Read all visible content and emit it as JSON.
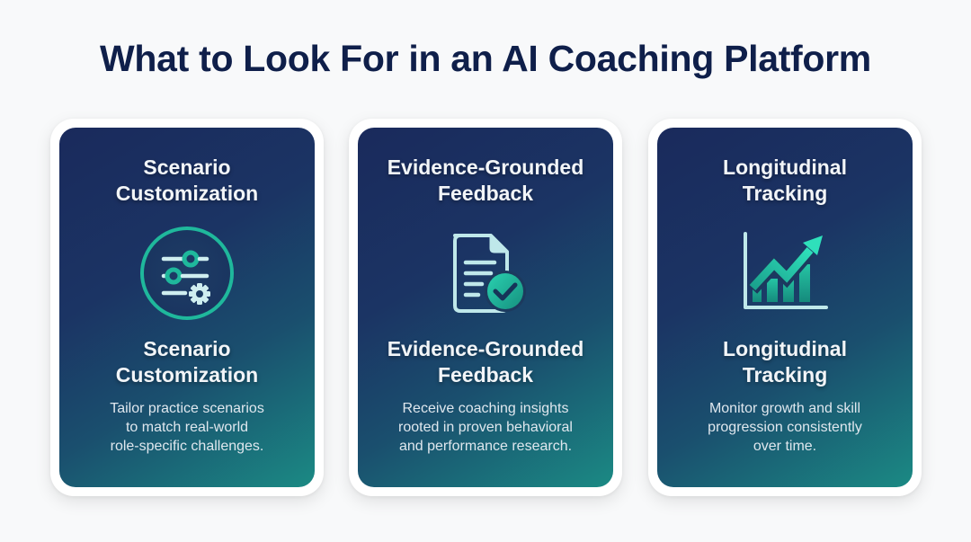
{
  "header": {
    "title": "What to Look For in an AI Coaching Platform"
  },
  "colors": {
    "title": "#0f1f4a",
    "card_gradient_start": "#1a2a5c",
    "card_gradient_end": "#1b8a84",
    "accent_teal": "#1fb89c",
    "icon_light": "#bfe8ea",
    "page_background": "#f8f9fa"
  },
  "cards": [
    {
      "title_lines": [
        "Scenario",
        "Customization"
      ],
      "icon": "sliders-gear-icon",
      "heading_lines": [
        "Scenario",
        "Customization"
      ],
      "description_lines": [
        "Tailor practice scenarios",
        "to match real-world",
        "role-specific challenges."
      ]
    },
    {
      "title_lines": [
        "Evidence-Grounded",
        "Feedback"
      ],
      "icon": "document-check-icon",
      "heading_lines": [
        "Evidence-Grounded",
        "Feedback"
      ],
      "description_lines": [
        "Receive coaching insights",
        "rooted in proven behavioral",
        "and performance research."
      ]
    },
    {
      "title_lines": [
        "Longitudinal",
        "Tracking"
      ],
      "icon": "growth-chart-icon",
      "heading_lines": [
        "Longitudinal",
        "Tracking"
      ],
      "description_lines": [
        "Monitor growth and skill",
        "progression consistently",
        "over time."
      ]
    }
  ]
}
